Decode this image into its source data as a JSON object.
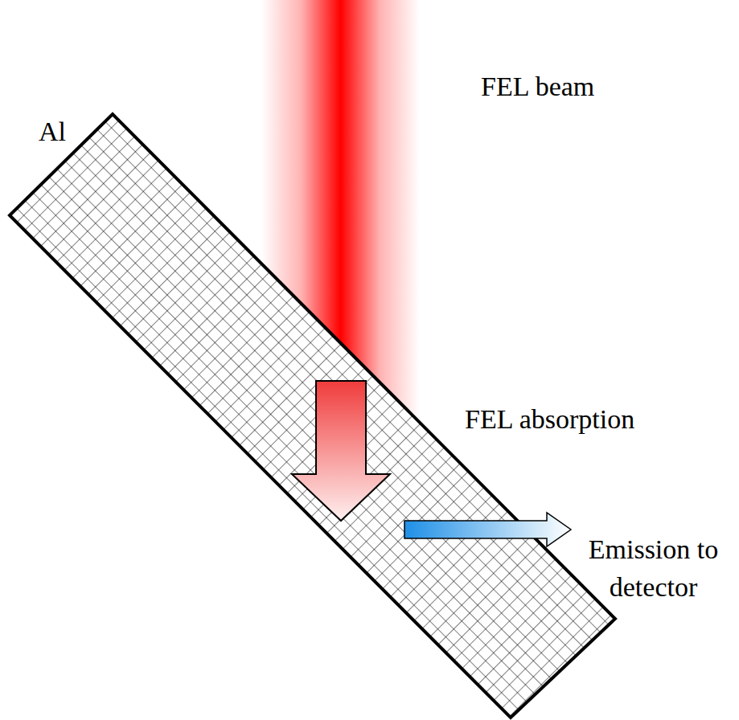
{
  "diagram": {
    "labels": [
      "Al",
      "FEL beam",
      "FEL absorption",
      "Emission to detector"
    ]
  }
}
